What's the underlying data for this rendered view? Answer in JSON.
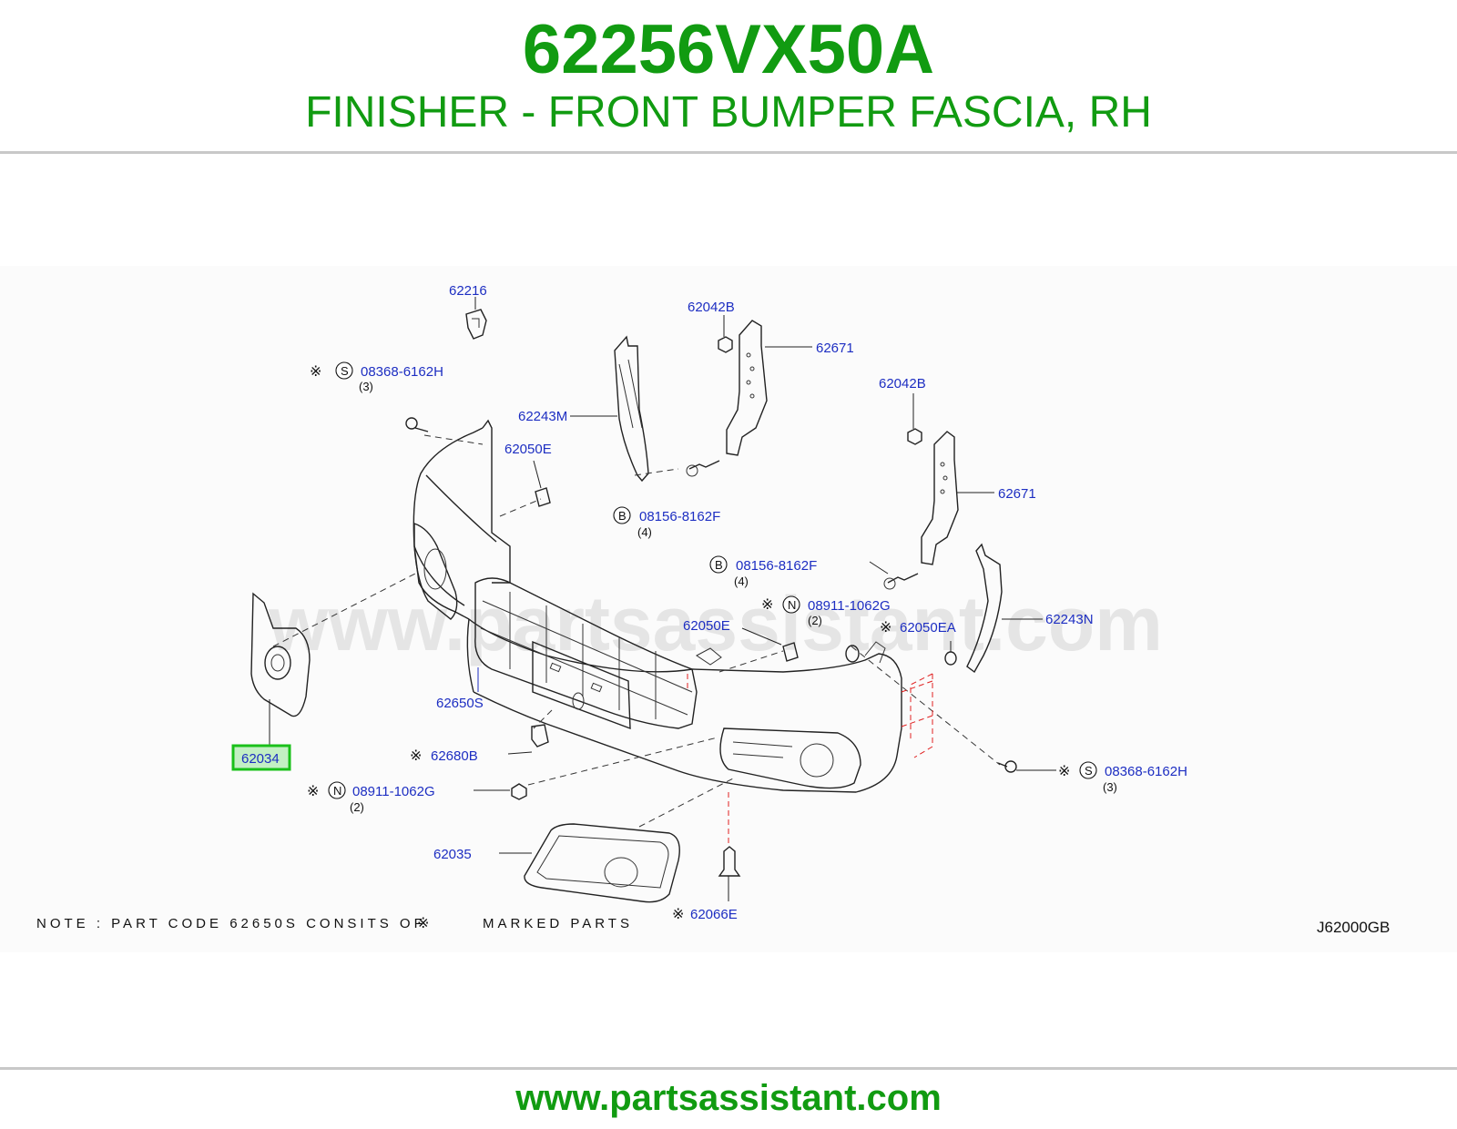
{
  "header": {
    "part_number": "62256VX50A",
    "part_description": "FINISHER - FRONT BUMPER FASCIA, RH"
  },
  "diagram": {
    "watermark": "www.partsassistant.com",
    "note": "NOTE  :  PART  CODE  62650S  CONSITS  OF",
    "note_tail": "MARKED  PARTS",
    "diagram_code": "J62000GB",
    "highlighted_part": "62034",
    "labels": {
      "p62216": "62216",
      "p62042B_1": "62042B",
      "p62671_1": "62671",
      "p62042B_2": "62042B",
      "p62671_2": "62671",
      "p08368_1": "08368-6162H",
      "q08368_1": "(3)",
      "p62243M": "62243M",
      "p62050E_1": "62050E",
      "p08156_1": "08156-8162F",
      "q08156_1": "(4)",
      "p08156_2": "08156-8162F",
      "q08156_2": "(4)",
      "p08911_1": "08911-1062G",
      "q08911_1": "(2)",
      "p62050E_2": "62050E",
      "p62050EA": "62050EA",
      "p62243N": "62243N",
      "p62650S": "62650S",
      "p62034": "62034",
      "p62680B": "62680B",
      "p08911_2": "08911-1062G",
      "q08911_2": "(2)",
      "p08368_2": "08368-6162H",
      "q08368_2": "(3)",
      "p62035": "62035",
      "p62066E": "62066E"
    },
    "symbols": {
      "star": "※",
      "s": "S",
      "b": "B",
      "n": "N"
    }
  },
  "footer": {
    "url": "www.partsassistant.com"
  },
  "colors": {
    "brand_green": "#119b11",
    "label_blue": "#1d2ec2",
    "highlight_green": "#19c019"
  }
}
